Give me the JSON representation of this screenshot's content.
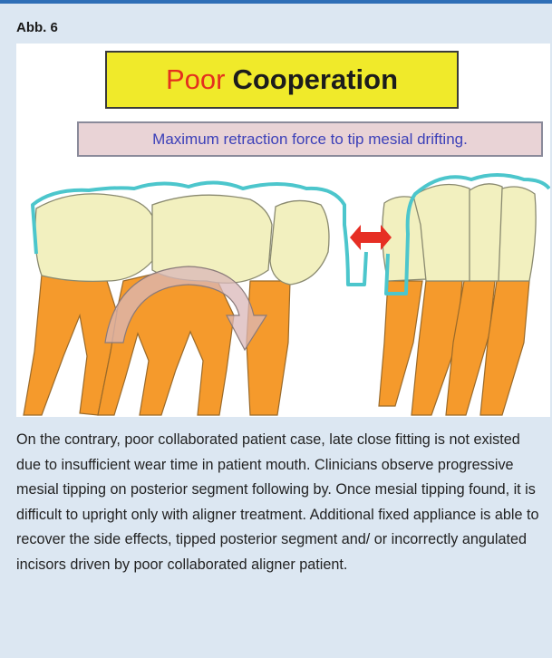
{
  "figure_label": "Abb. 6",
  "title": {
    "word_red": "Poor",
    "word_black": "Cooperation"
  },
  "subtitle": "Maximum retraction force to tip mesial drifting.",
  "caption": "On the contrary, poor collaborated patient case, late close fitting is not existed due to insufficient wear time in patient mouth. Clinicians observe progressive mesial tipping on posterior segment following by. Once mesial tipping found, it is difficult to upright only with aligner treatment. Additional fixed appliance is able to recover the side effects, tipped posterior segment and/ or incorrectly angulated incisors driven by poor collaborated aligner patient.",
  "colors": {
    "accent_bar": "#2f6fb7",
    "crown": "#f2f0bf",
    "root": "#f59a2c",
    "aligner_outline": "#4cc6cc",
    "gap_arrow": "#e62e24",
    "tipping_arrow": "#d9b7b8"
  }
}
